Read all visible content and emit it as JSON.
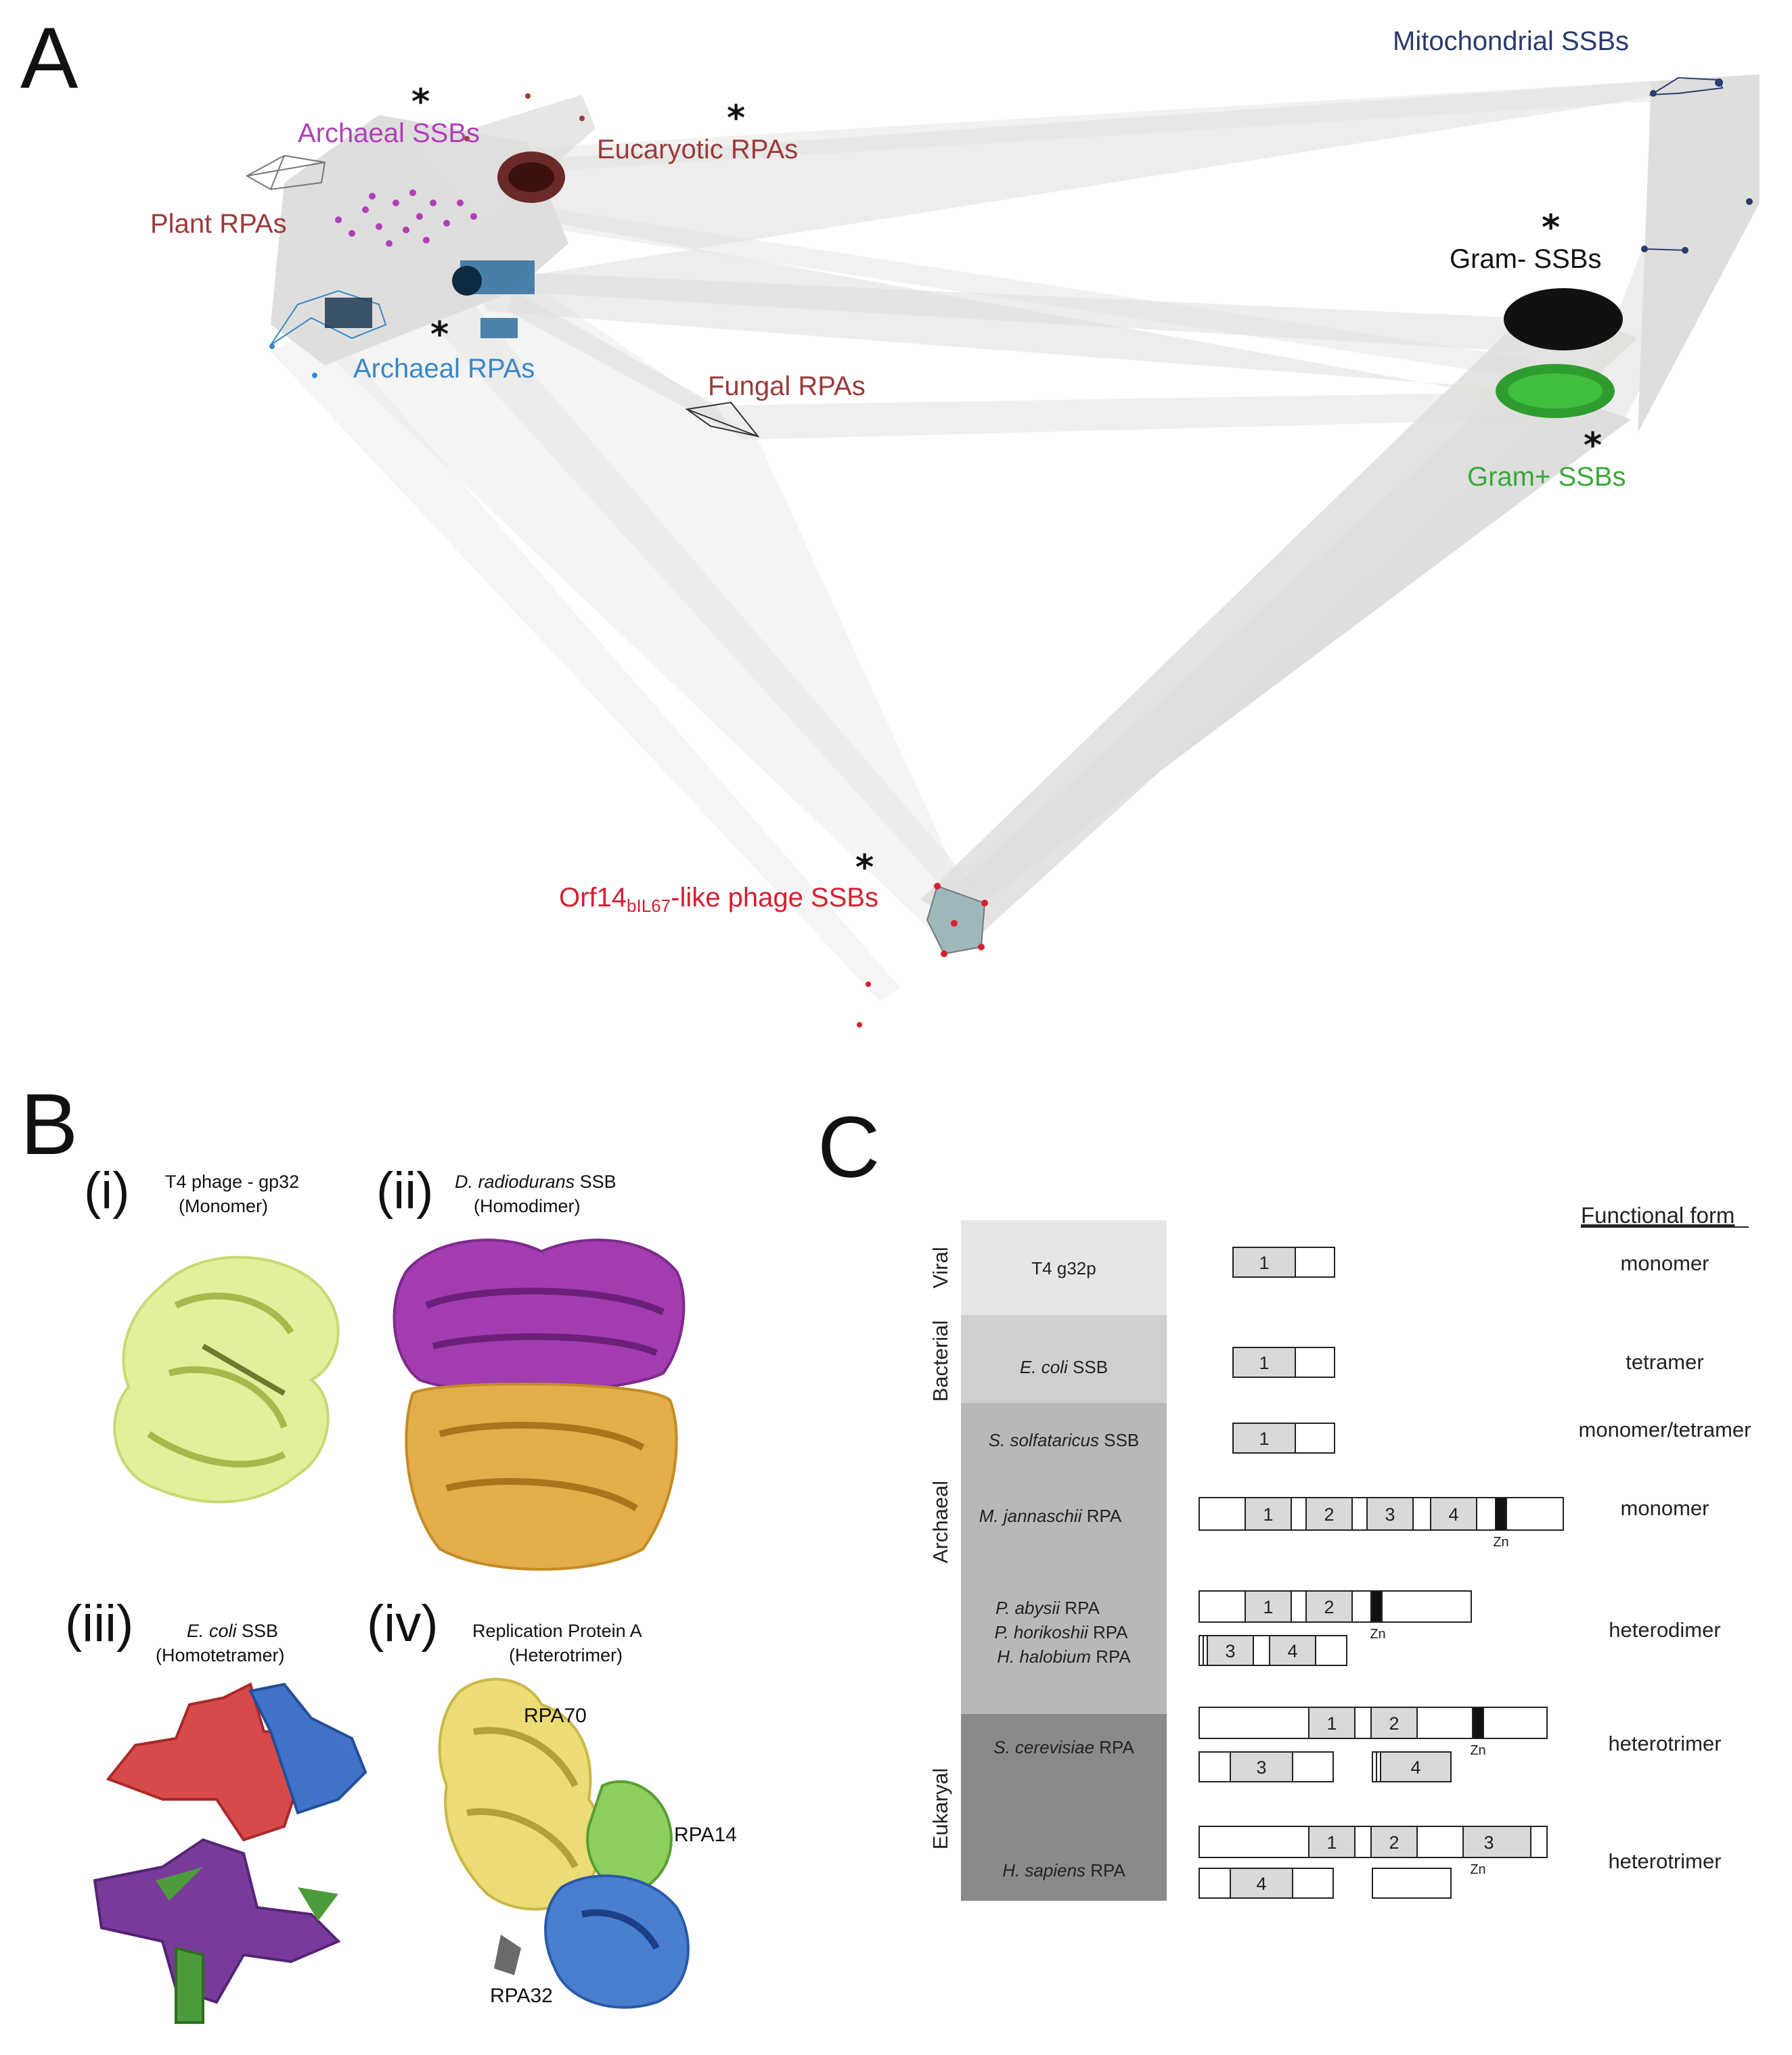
{
  "panels": {
    "a": "A",
    "b": "B",
    "c": "C"
  },
  "network": {
    "clusters": [
      {
        "id": "mito",
        "label": "Mitochondrial SSBs",
        "color": "#2b3a6e"
      },
      {
        "id": "archssb",
        "label": "Archaeal SSBs",
        "color": "#b040b8"
      },
      {
        "id": "euk",
        "label": "Eucaryotic RPAs",
        "color": "#9b3a3a"
      },
      {
        "id": "plant",
        "label": "Plant RPAs",
        "color": "#9b3a3a"
      },
      {
        "id": "gramneg",
        "label": "Gram- SSBs",
        "color": "#111111"
      },
      {
        "id": "archrpa",
        "label": "Archaeal RPAs",
        "color": "#3a86c8"
      },
      {
        "id": "fungal",
        "label": "Fungal RPAs",
        "color": "#9b3a3a"
      },
      {
        "id": "grampos",
        "label": "Gram+ SSBs",
        "color": "#3aa83a"
      },
      {
        "id": "phage",
        "label_main": "Orf14",
        "label_sub": "bIL67",
        "label_tail": "-like phage SSBs",
        "color": "#d42030"
      }
    ],
    "star": "*"
  },
  "structures": {
    "items": [
      {
        "roman": "(i)",
        "title": "T4 phage - gp32",
        "form": "(Monomer)"
      },
      {
        "roman": "(ii)",
        "species": "D. radiodurans",
        "title": " SSB",
        "form": "(Homodimer)"
      },
      {
        "roman": "(iii)",
        "species": "E. coli",
        "title": " SSB",
        "form": "(Homotetramer)"
      },
      {
        "roman": "(iv)",
        "title": "Replication Protein A",
        "form": "(Heterotrimer)"
      }
    ],
    "subunits": [
      "RPA70",
      "RPA14",
      "RPA32"
    ]
  },
  "domain_table": {
    "header": "Functional form",
    "groups": [
      "Viral",
      "Bacterial",
      "Archaeal",
      "Eukaryal"
    ],
    "rows": [
      {
        "species": "",
        "name": "T4 g32p",
        "form": "monomer"
      },
      {
        "species": "E. coli",
        "name": " SSB",
        "form": "tetramer"
      },
      {
        "species": "S. solfataricus",
        "name": " SSB",
        "form": "monomer/tetramer"
      },
      {
        "species": "M. jannaschii",
        "name": " RPA",
        "form": "monomer"
      },
      {
        "species_lines": [
          [
            "P. abysii",
            " RPA"
          ],
          [
            "P. horikoshii",
            " RPA"
          ],
          [
            "H. halobium",
            " RPA"
          ]
        ],
        "form": "heterodimer"
      },
      {
        "species": "S. cerevisiae",
        "name": " RPA",
        "form": "heterotrimer"
      },
      {
        "species": "H. sapiens",
        "name": " RPA",
        "form": "heterotrimer"
      }
    ],
    "domain_labels": [
      "1",
      "2",
      "3",
      "4"
    ],
    "zinc": "Zn"
  }
}
